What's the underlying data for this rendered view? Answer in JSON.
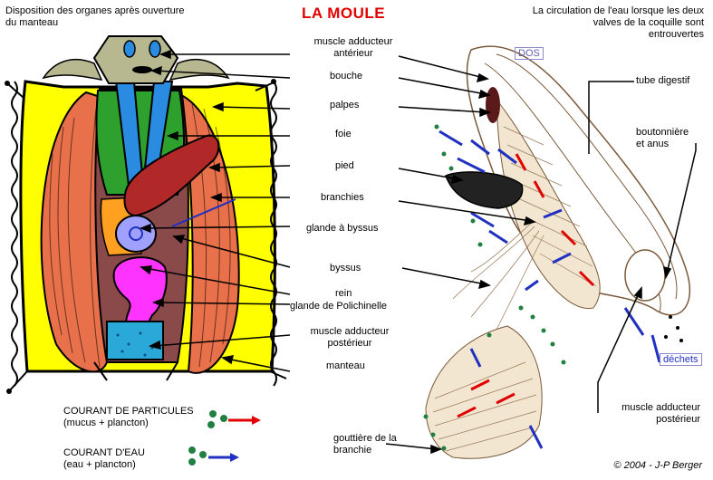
{
  "title": "LA MOULE",
  "left_caption": [
    "Disposition des organes après ouverture",
    "du manteau"
  ],
  "right_caption": [
    "La circulation de l'eau lorsque les deux",
    "valves de la coquille sont",
    "entrouvertes"
  ],
  "labels": {
    "muscle_ant": [
      "muscle adducteur",
      "antérieur"
    ],
    "bouche": "bouche",
    "palpes": "palpes",
    "foie": "foie",
    "pied": "pied",
    "branchies": "branchies",
    "glande_byssus": "glande à byssus",
    "byssus": "byssus",
    "rein": "rein",
    "glande_polichinelle": "glande de Polichinelle",
    "muscle_post": [
      "muscle adducteur",
      "postérieur"
    ],
    "manteau": "manteau",
    "dos": "DOS",
    "tube_digestif": "tube digestif",
    "boutonniere": [
      "boutonnière",
      "et anus"
    ],
    "dechets": "déchets",
    "muscle_post_right": [
      "muscle adducteur",
      "postérieur"
    ],
    "gouttiere": [
      "gouttière de la",
      "branchie"
    ]
  },
  "legend": {
    "particules": [
      "COURANT DE PARTICULES",
      "(mucus + plancton)"
    ],
    "eau": [
      "COURANT D'EAU",
      "(eau + plancton)"
    ]
  },
  "credit": "© 2004 - J-P Berger",
  "colors": {
    "title": "#e00000",
    "mantle": "#ffff00",
    "gill": "#e8704a",
    "liver": "#2ea02e",
    "palps": "#2a8ce0",
    "foot": "#b02828",
    "byssus_gland": "#a0a0ff",
    "polichinelle": "#ff33ff",
    "muscle_post": "#2aa8d8",
    "kidney": "#8a4a4a",
    "orange": "#ffa020",
    "particle_arrow": "#e00000",
    "water_arrow": "#2030c0",
    "dots": "#208040"
  }
}
